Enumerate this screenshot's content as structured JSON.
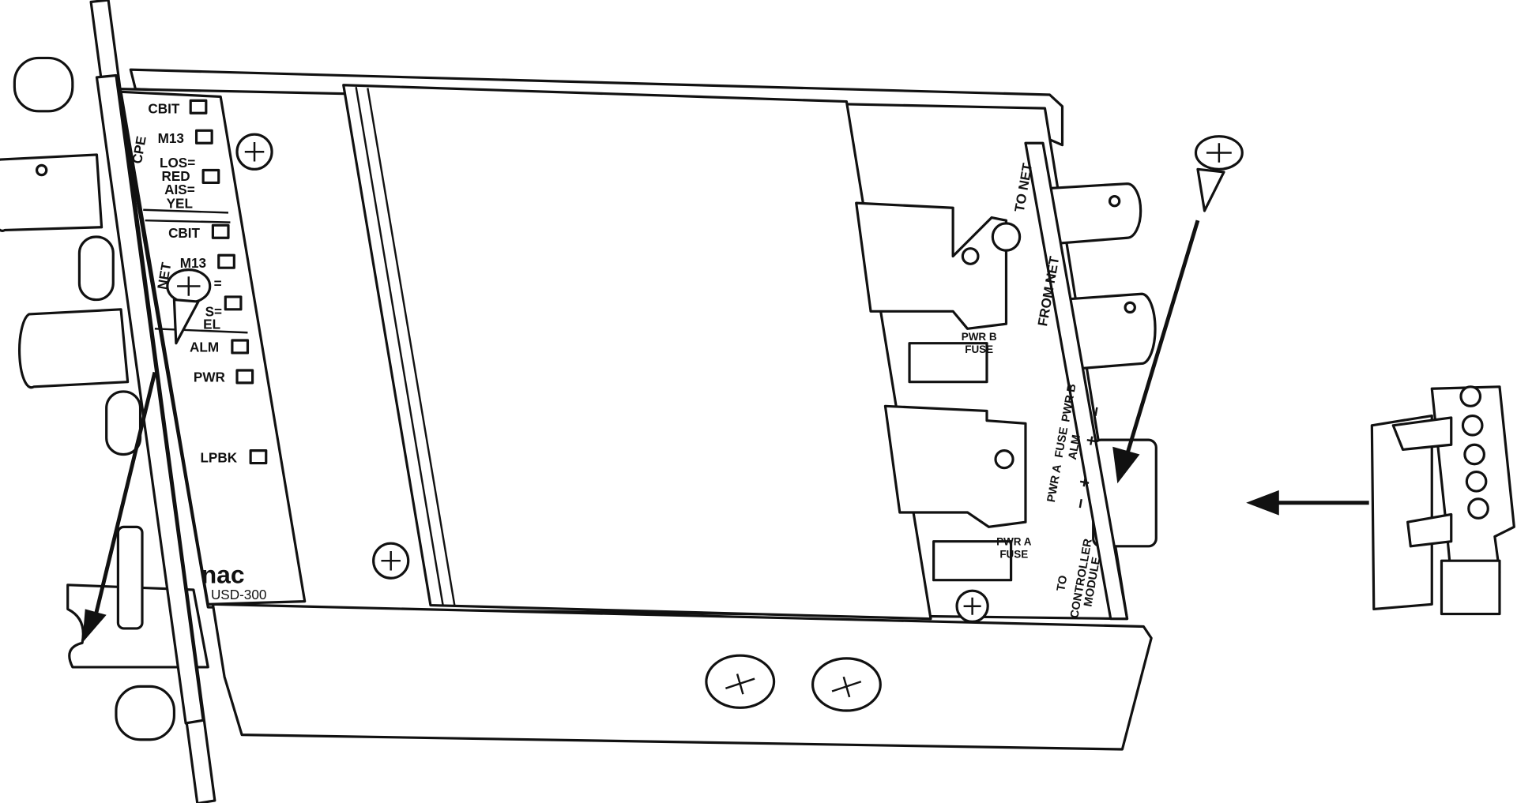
{
  "diagram": {
    "title": "USD-300 module installation",
    "front_panel": {
      "cpe_group": "CPE",
      "cpe_leds": [
        "CBIT",
        "M13"
      ],
      "cpe_status_lines": [
        "LOS=",
        "RED",
        "AIS=",
        "YEL"
      ],
      "net_group": "NET",
      "net_leds": [
        "CBIT",
        "M13"
      ],
      "net_status_fragments": [
        "=",
        "S=",
        "EL"
      ],
      "common_leds": [
        "ALM",
        "PWR",
        "LPBK"
      ],
      "brand": "nac",
      "model": "USD-300"
    },
    "rear_panel": {
      "to_net": "TO NET",
      "from_net": "FROM NET",
      "pwr_b_fuse": [
        "PWR B",
        "FUSE"
      ],
      "pwr_a_fuse": [
        "PWR A",
        "FUSE"
      ],
      "terminal_labels": [
        "PWR A",
        "FUSE",
        "ALM",
        "PWR B"
      ],
      "terminal_polarity": [
        "−",
        "+",
        "+",
        "−"
      ],
      "controller": [
        "TO",
        "CONTROLLER",
        "MODULE"
      ]
    },
    "icons": [
      "screw-icon",
      "arrow-icon",
      "terminal-block-connector",
      "bnc-connector"
    ]
  }
}
